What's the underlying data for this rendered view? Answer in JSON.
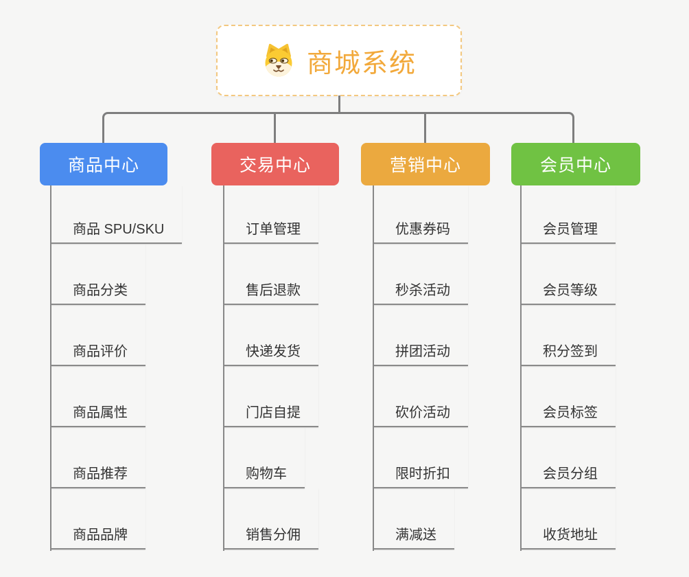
{
  "root": {
    "title": "商城系统",
    "icon": "shiba-dog-icon"
  },
  "branches": [
    {
      "label": "商品中心",
      "color": "#4b8cef",
      "children": [
        "商品 SPU/SKU",
        "商品分类",
        "商品评价",
        "商品属性",
        "商品推荐",
        "商品品牌"
      ]
    },
    {
      "label": "交易中心",
      "color": "#e9635e",
      "children": [
        "订单管理",
        "售后退款",
        "快递发货",
        "门店自提",
        "购物车",
        "销售分佣"
      ]
    },
    {
      "label": "营销中心",
      "color": "#eba93f",
      "children": [
        "优惠券码",
        "秒杀活动",
        "拼团活动",
        "砍价活动",
        "限时折扣",
        "满减送"
      ]
    },
    {
      "label": "会员中心",
      "color": "#70c243",
      "children": [
        "会员管理",
        "会员等级",
        "积分签到",
        "会员标签",
        "会员分组",
        "收货地址"
      ]
    }
  ],
  "colors": {
    "background": "#f6f6f5",
    "connector": "#7e7e7e",
    "branch_line": "#8a8a8a",
    "item_text": "#333333",
    "root_text": "#f2a93b",
    "root_border": "#f3c87f"
  }
}
